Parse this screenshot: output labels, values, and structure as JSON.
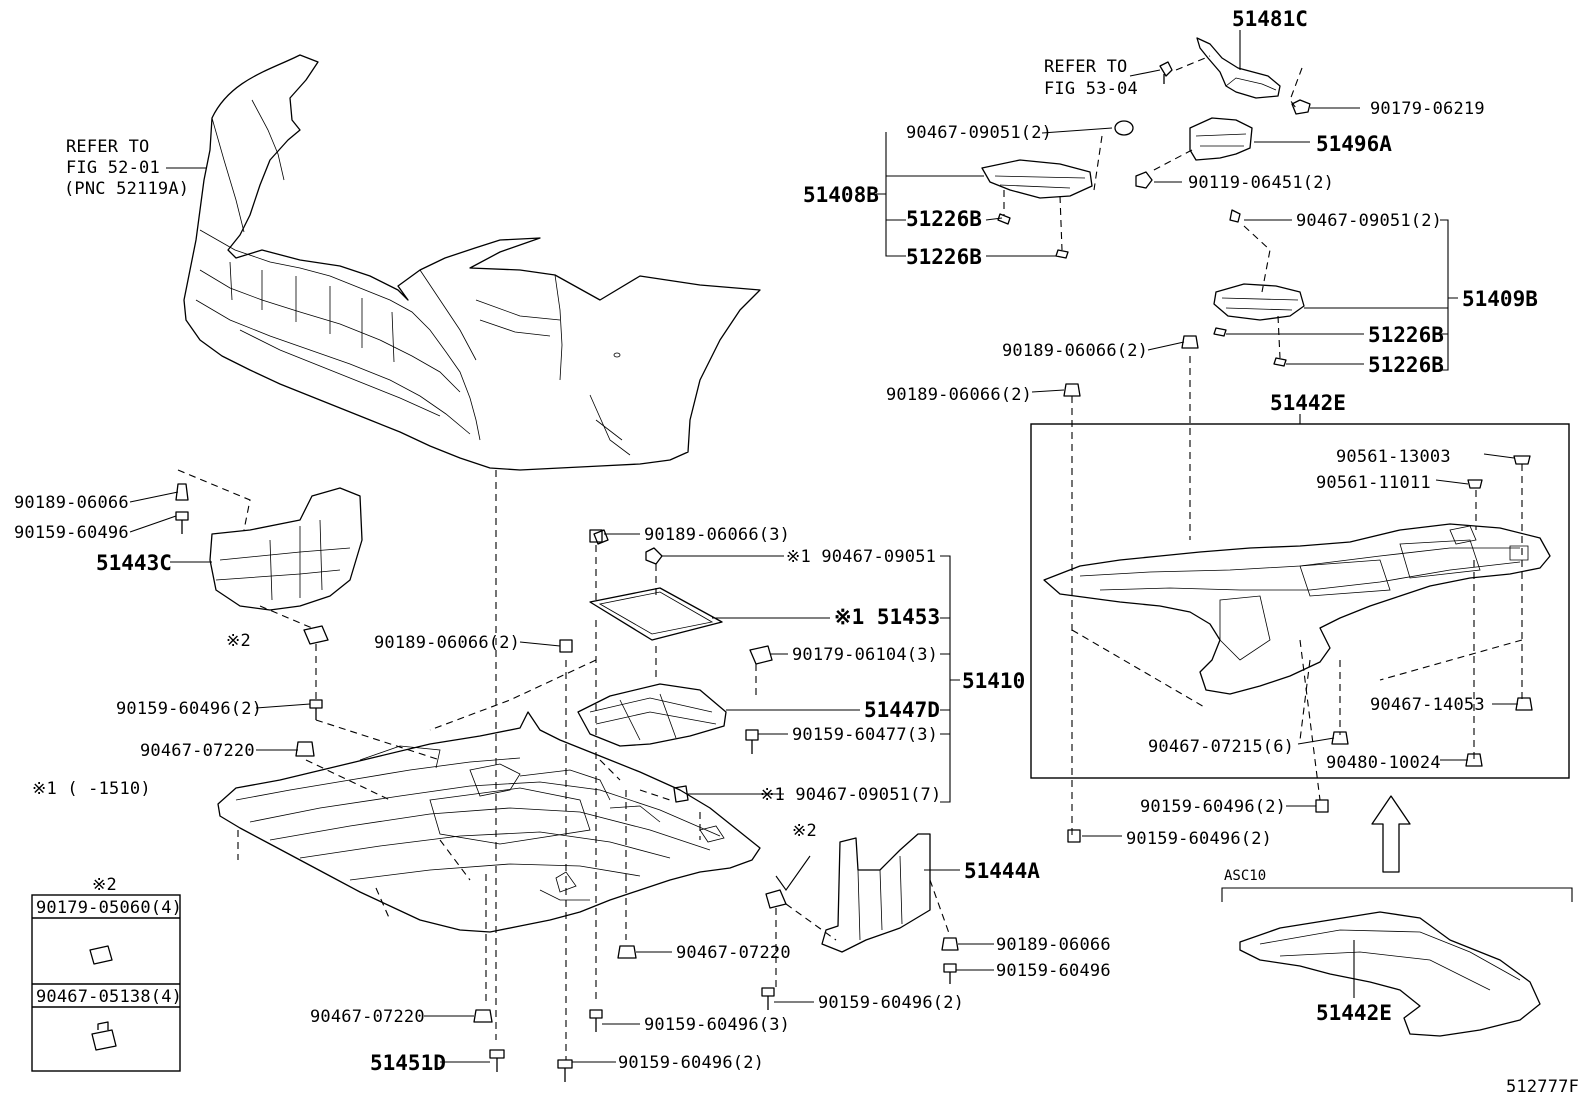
{
  "figure_code": "512777F",
  "refs": {
    "fig52_line1": "REFER TO",
    "fig52_line2": "FIG 52-01",
    "fig52_line3": "(PNC 52119A)",
    "fig53_line1": "REFER TO",
    "fig53_line2": "FIG 53-04"
  },
  "labels": {
    "p51481C": "51481C",
    "p90179_06219": "90179-06219",
    "p90467_09051_2_top": "90467-09051(2)",
    "p51496A": "51496A",
    "p90119_06451_2": "90119-06451(2)",
    "p51408B": "51408B",
    "p51226B_a": "51226B",
    "p51226B_b": "51226B",
    "p90467_09051_2_right": "90467-09051(2)",
    "p51409B": "51409B",
    "p51226B_c": "51226B",
    "p51226B_d": "51226B",
    "p90189_06066_2_a": "90189-06066(2)",
    "p90189_06066_2_b": "90189-06066(2)",
    "p51442E_top": "51442E",
    "p90561_13003": "90561-13003",
    "p90561_11011": "90561-11011",
    "p90467_14053": "90467-14053",
    "p90467_07215_6": "90467-07215(6)",
    "p90480_10024": "90480-10024",
    "p90159_60496_2_r1": "90159-60496(2)",
    "p90159_60496_2_r2": "90159-60496(2)",
    "asc": "ASC10",
    "p51442E_bottom": "51442E",
    "p90189_06066_left": "90189-06066",
    "p90159_60496_left": "90159-60496",
    "p51443C": "51443C",
    "note2_a": "※2",
    "p90159_60496_2_left": "90159-60496(2)",
    "p90467_07220_left": "90467-07220",
    "note1": "※1 (     -1510)",
    "p90189_06066_3": "90189-06066(3)",
    "p90467_09051_star": "※1 90467-09051",
    "p51453": "※1 51453",
    "p90189_06066_2_mid": "90189-06066(2)",
    "p90179_06104_3": "90179-06104(3)",
    "p51410": "51410",
    "p51447D": "51447D",
    "p90159_60477_3": "90159-60477(3)",
    "p90467_09051_7": "※1 90467-09051(7)",
    "note2_b": "※2",
    "p51444A": "51444A",
    "p90189_06066_r": "90189-06066",
    "p90159_60496_r": "90159-60496",
    "p90467_07220_mid": "90467-07220",
    "p90159_60496_2_mid": "90159-60496(2)",
    "p90159_60496_3": "90159-60496(3)",
    "p90467_07220_low": "90467-07220",
    "p51451D": "51451D",
    "p90159_60496_2_bot": "90159-60496(2)"
  },
  "legend": {
    "title": "※2",
    "row1": "90179-05060(4)",
    "row2": "90467-05138(4)"
  }
}
